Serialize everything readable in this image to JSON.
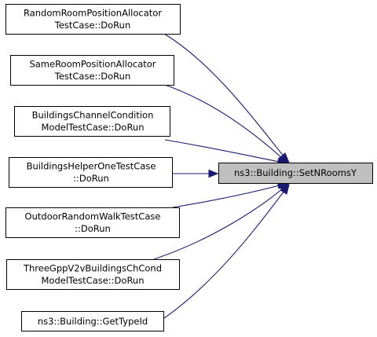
{
  "target": {
    "label": "ns3::Building::SetNRoomsY"
  },
  "callers": [
    {
      "line1": "RandomRoomPositionAllocator",
      "line2": "TestCase::DoRun"
    },
    {
      "line1": "SameRoomPositionAllocator",
      "line2": "TestCase::DoRun"
    },
    {
      "line1": "BuildingsChannelCondition",
      "line2": "ModelTestCase::DoRun"
    },
    {
      "line1": "BuildingsHelperOneTestCase",
      "line2": "::DoRun"
    },
    {
      "line1": "OutdoorRandomWalkTestCase",
      "line2": "::DoRun"
    },
    {
      "line1": "ThreeGppV2vBuildingsChCond",
      "line2": "ModelTestCase::DoRun"
    },
    {
      "line1": "ns3::Building::GetTypeId"
    }
  ],
  "colors": {
    "edge": "#191970",
    "target_fill": "#bfbfbf",
    "node_border": "#000000"
  }
}
